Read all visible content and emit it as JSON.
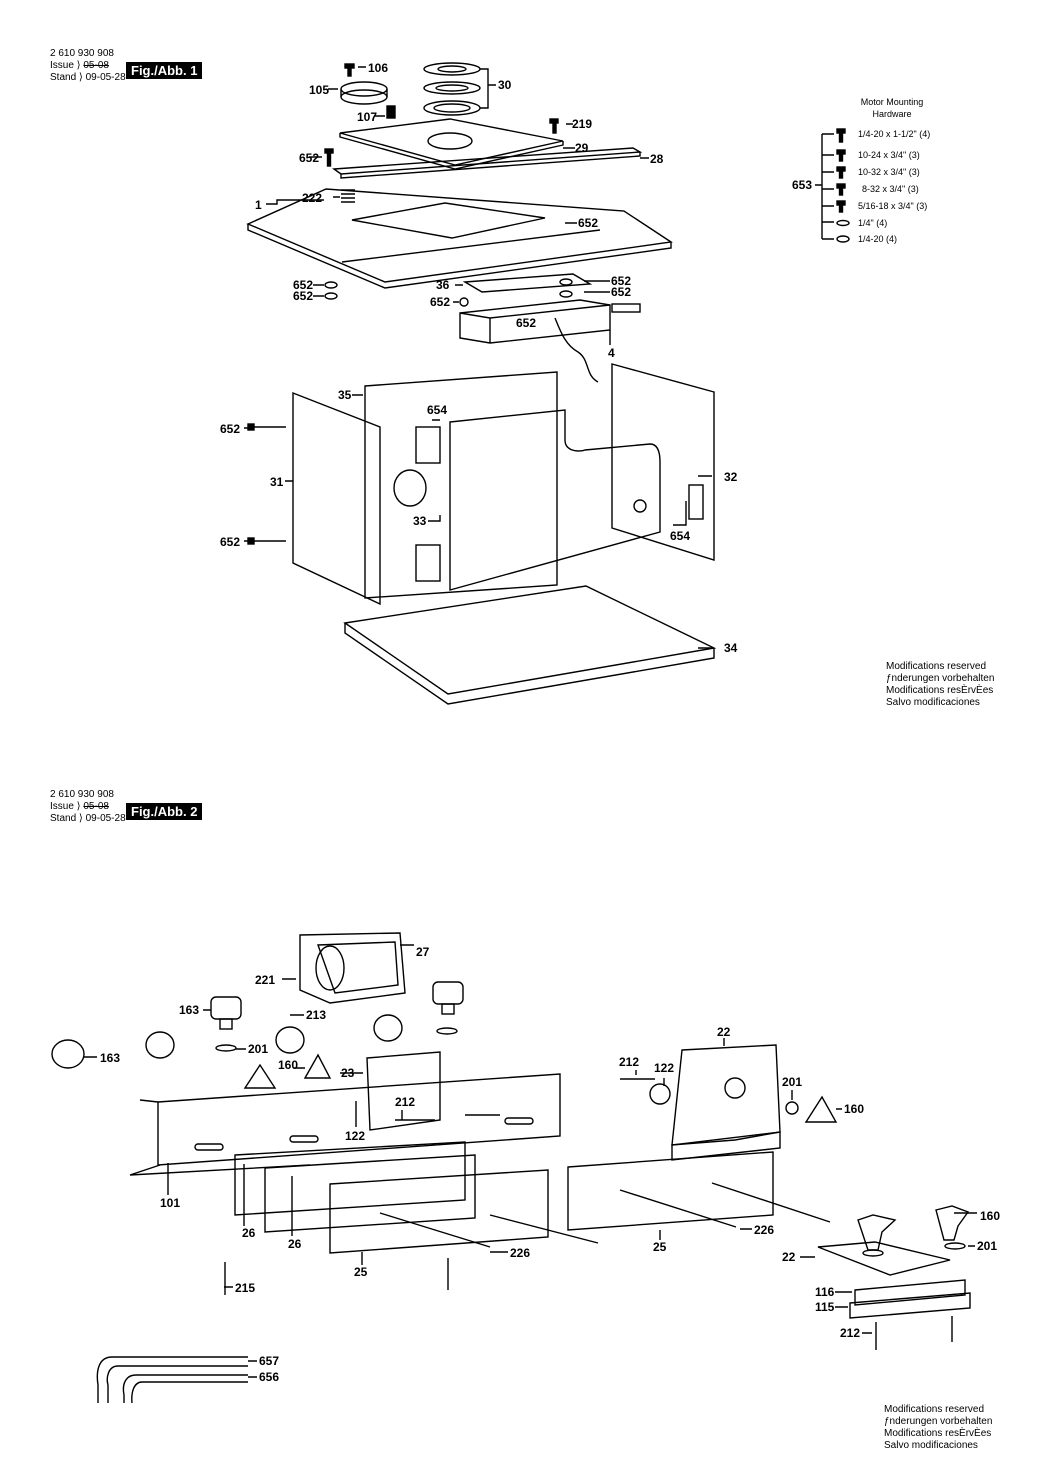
{
  "pages": [
    {
      "part_number": "2 610 930 908",
      "issue_label": "Issue",
      "issue_value": "05-08",
      "stand_label": "Stand",
      "stand_value": "09-05-28",
      "figure_tag": "Fig./Abb. 1",
      "modifications": [
        "Modifications reserved",
        "ƒnderungen vorbehalten",
        "Modifications resÈrvÈes",
        "Salvo modificaciones"
      ]
    },
    {
      "part_number": "2 610 930 908",
      "issue_label": "Issue",
      "issue_value": "05-08",
      "stand_label": "Stand",
      "stand_value": "09-05-28",
      "figure_tag": "Fig./Abb. 2",
      "modifications": [
        "Modifications reserved",
        "ƒnderungen vorbehalten",
        "Modifications resÈrvÈes",
        "Salvo modificaciones"
      ]
    }
  ],
  "hardware": {
    "title_line1": "Motor Mounting",
    "title_line2": "Hardware",
    "group_label": "653",
    "items": [
      "1/4-20 x 1-1/2\" (4)",
      "10-24 x 3/4\" (3)",
      "10-32 x 3/4\" (3)",
      "8-32 x 3/4\" (3)",
      "5/16-18 x 3/4\" (3)",
      "1/4\" (4)",
      "1/4-20 (4)"
    ]
  },
  "fig1_labels": [
    "106",
    "30",
    "105",
    "107",
    "219",
    "29",
    "652",
    "28",
    "222",
    "1",
    "652",
    "652",
    "652",
    "36",
    "652",
    "652",
    "652",
    "652",
    "4",
    "35",
    "654",
    "652",
    "31",
    "32",
    "33",
    "652",
    "654",
    "34"
  ],
  "fig2_labels": [
    "27",
    "221",
    "213",
    "163",
    "201",
    "163",
    "160",
    "23",
    "22",
    "212",
    "122",
    "201",
    "160",
    "212",
    "122",
    "101",
    "26",
    "26",
    "25",
    "226",
    "25",
    "226",
    "215",
    "160",
    "22",
    "201",
    "116",
    "115",
    "212",
    "657",
    "656"
  ]
}
